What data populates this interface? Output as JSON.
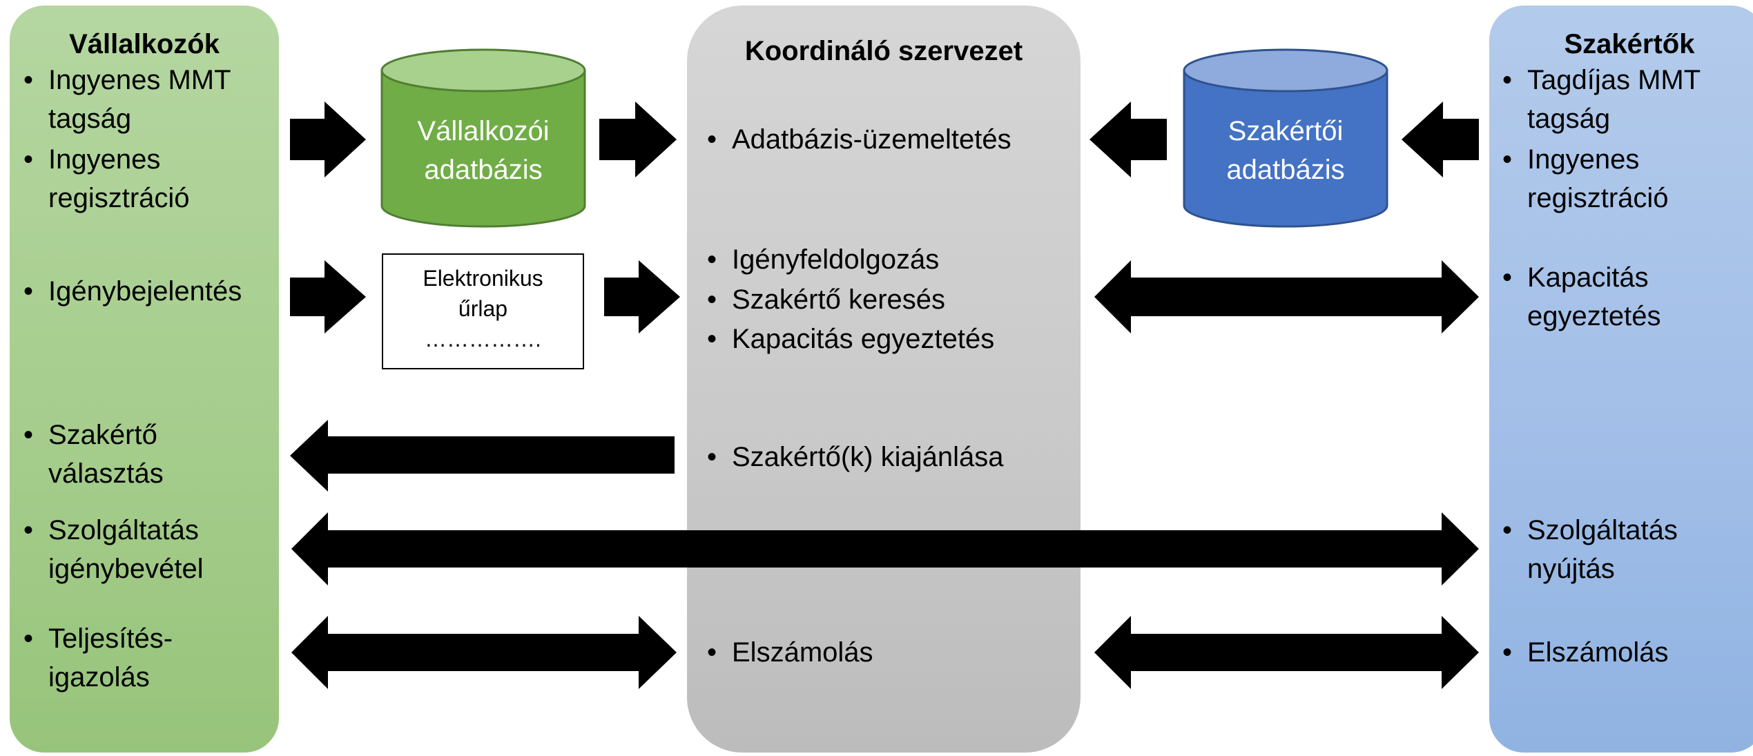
{
  "left_panel": {
    "title": "Vállalkozók",
    "bullet_symbol": "•",
    "items": [
      [
        "Ingyenes MMT",
        "tagság"
      ],
      [
        "Ingyenes",
        "regisztráció"
      ],
      [
        "Igénybejelentés"
      ],
      [
        "Szakértő",
        "választás"
      ],
      [
        "Szolgáltatás",
        "igénybevétel"
      ],
      [
        "Teljesítés-",
        "igazolás"
      ]
    ]
  },
  "center_panel": {
    "title": "Koordináló szervezet",
    "items": [
      "Adatbázis-üzemeltetés",
      "Igényfeldolgozás",
      "Szakértő keresés",
      "Kapacitás egyeztetés",
      "Szakértő(k) kiajánlása",
      "Elszámolás"
    ]
  },
  "right_panel": {
    "title": "Szakértők",
    "items": [
      [
        "Tagdíjas MMT",
        "tagság"
      ],
      [
        "Ingyenes",
        "regisztráció"
      ],
      [
        "Kapacitás",
        "egyeztetés"
      ],
      [
        "Szolgáltatás",
        "nyújtás"
      ],
      [
        "Elszámolás"
      ]
    ]
  },
  "databases": {
    "vallalkozoi": {
      "lines": [
        "Vállalkozói",
        "adatbázis"
      ],
      "color": "#70ad47"
    },
    "szakertoi": {
      "lines": [
        "Szakértői",
        "adatbázis"
      ],
      "color": "#4472c4"
    }
  },
  "form": {
    "lines": [
      "Elektronikus",
      "űrlap",
      "……………."
    ]
  },
  "colors": {
    "left_panel": "#a9cf91",
    "center_panel": "#c9c9c9",
    "right_panel": "#a3c0e8",
    "arrow": "#000000"
  }
}
